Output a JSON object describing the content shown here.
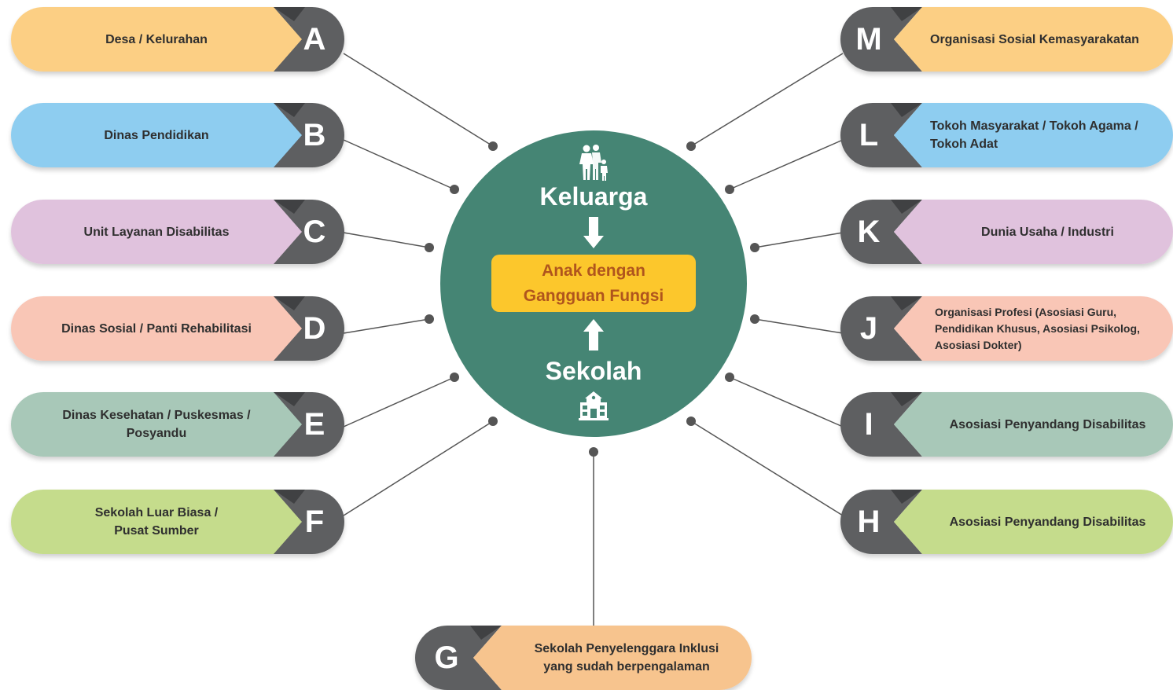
{
  "center": {
    "top_label": "Keluarga",
    "bottom_label": "Sekolah",
    "core_line1": "Anak dengan",
    "core_line2": "Gangguan Fungsi"
  },
  "left_items": [
    {
      "letter": "A",
      "line1": "Desa / Kelurahan",
      "line2": "",
      "color": "#fccf84"
    },
    {
      "letter": "B",
      "line1": "Dinas Pendidikan",
      "line2": "",
      "color": "#8ecdf0"
    },
    {
      "letter": "C",
      "line1": "Unit Layanan Disabilitas",
      "line2": "",
      "color": "#e0c2dd"
    },
    {
      "letter": "D",
      "line1": "Dinas Sosial / Panti Rehabilitasi",
      "line2": "",
      "color": "#f9c6b6"
    },
    {
      "letter": "E",
      "line1": "Dinas Kesehatan / Puskesmas /",
      "line2": "Posyandu",
      "color": "#a8c8b8"
    },
    {
      "letter": "F",
      "line1": "Sekolah Luar Biasa /",
      "line2": "Pusat Sumber",
      "color": "#c5dc8c"
    }
  ],
  "right_items": [
    {
      "letter": "M",
      "line1": "Organisasi Sosial Kemasyarakatan",
      "line2": "",
      "line3": "",
      "color": "#fccf84"
    },
    {
      "letter": "L",
      "line1": "Tokoh Masyarakat / Tokoh Agama /",
      "line2": "Tokoh Adat",
      "line3": "",
      "color": "#8ecdf0"
    },
    {
      "letter": "K",
      "line1": "Dunia Usaha / Industri",
      "line2": "",
      "line3": "",
      "color": "#e0c2dd"
    },
    {
      "letter": "J",
      "line1": "Organisasi Profesi (Asosiasi Guru,",
      "line2": "Pendidikan Khusus, Asosiasi Psikolog,",
      "line3": "Asosiasi Dokter)",
      "color": "#f9c6b6"
    },
    {
      "letter": "I",
      "line1": "Asosiasi Penyandang Disabilitas",
      "line2": "",
      "line3": "",
      "color": "#a8c8b8"
    },
    {
      "letter": "H",
      "line1": "Asosiasi Penyandang Disabilitas",
      "line2": "",
      "line3": "",
      "color": "#c5dc8c"
    }
  ],
  "bottom_item": {
    "letter": "G",
    "line1": "Sekolah Penyelenggara Inklusi",
    "line2": "yang sudah berpengalaman",
    "color": "#f7c48e"
  },
  "colors": {
    "circle": "#458574",
    "core_box": "#fcc72c",
    "core_text": "#b0551d",
    "badge_dark": "#5e5f61",
    "badge_shadow": "#404143",
    "line": "#555555"
  },
  "icons": [
    "family-icon",
    "school-icon",
    "arrow-down-icon",
    "arrow-up-icon"
  ]
}
